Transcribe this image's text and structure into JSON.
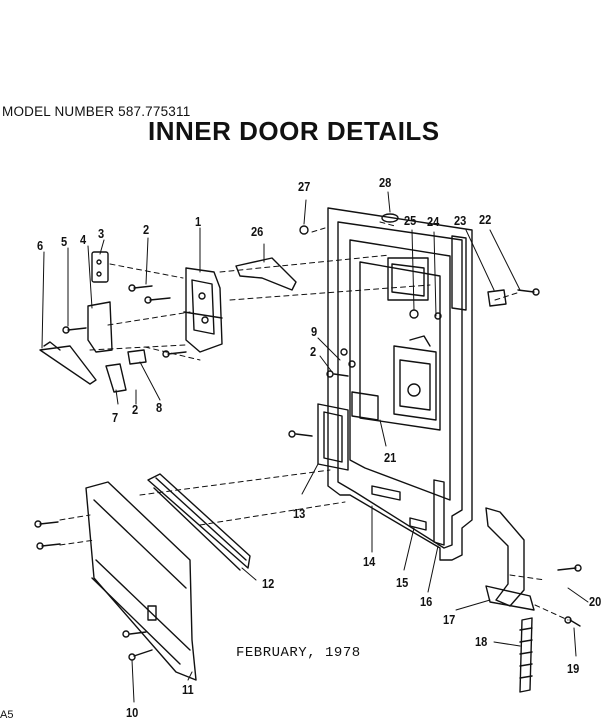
{
  "header": {
    "model_number": "MODEL NUMBER 587.775311",
    "title": "INNER DOOR DETAILS"
  },
  "footer": {
    "date": "FEBRUARY, 1978",
    "corner_code": "A5"
  },
  "callouts": [
    "1",
    "2",
    "2",
    "2",
    "3",
    "4",
    "5",
    "6",
    "7",
    "8",
    "9",
    "10",
    "11",
    "12",
    "13",
    "14",
    "15",
    "16",
    "17",
    "18",
    "19",
    "20",
    "21",
    "22",
    "23",
    "24",
    "25",
    "26",
    "27",
    "28"
  ]
}
